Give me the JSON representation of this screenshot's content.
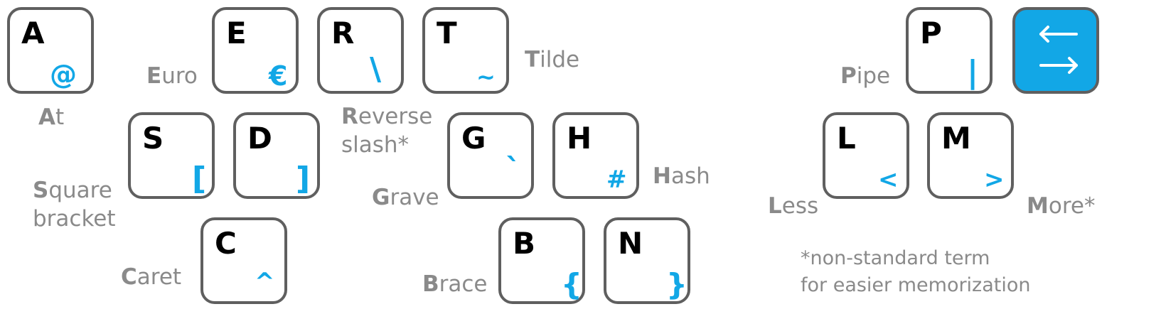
{
  "keys": {
    "a": {
      "letter": "A",
      "symbol": "@",
      "name_first": "A",
      "name_rest": "t"
    },
    "e": {
      "letter": "E",
      "symbol": "€",
      "name_first": "E",
      "name_rest": "uro"
    },
    "r": {
      "letter": "R",
      "symbol": "\\",
      "name_first": "R",
      "name_rest": "everse",
      "name_line2": "slash*"
    },
    "t": {
      "letter": "T",
      "symbol": "~",
      "name_first": "T",
      "name_rest": "ilde"
    },
    "s": {
      "letter": "S",
      "symbol": "[",
      "name_first": "S",
      "name_rest": "quare",
      "name_line2": "bracket"
    },
    "d": {
      "letter": "D",
      "symbol": "]"
    },
    "g": {
      "letter": "G",
      "symbol": "`",
      "name_first": "G",
      "name_rest": "rave"
    },
    "h": {
      "letter": "H",
      "symbol": "#",
      "name_first": "H",
      "name_rest": "ash"
    },
    "c": {
      "letter": "C",
      "symbol": "^",
      "name_first": "C",
      "name_rest": "aret"
    },
    "b": {
      "letter": "B",
      "symbol": "{",
      "name_first": "B",
      "name_rest": "race"
    },
    "n": {
      "letter": "N",
      "symbol": "}"
    },
    "p": {
      "letter": "P",
      "symbol": "|",
      "name_first": "P",
      "name_rest": "ipe"
    },
    "l": {
      "letter": "L",
      "symbol": "<",
      "name_first": "L",
      "name_rest": "ess"
    },
    "m": {
      "letter": "M",
      "symbol": ">",
      "name_first": "M",
      "name_rest": "ore*"
    }
  },
  "switch_key": {
    "icon": "left-right-arrows-icon"
  },
  "footnote": {
    "line1": "*non-standard term",
    "line2": "for easier memorization"
  },
  "colors": {
    "symbol": "#12a7e6",
    "label": "#8a8a8a",
    "key_border": "#5f5f5f",
    "switch_key_fill": "#12a7e6"
  }
}
